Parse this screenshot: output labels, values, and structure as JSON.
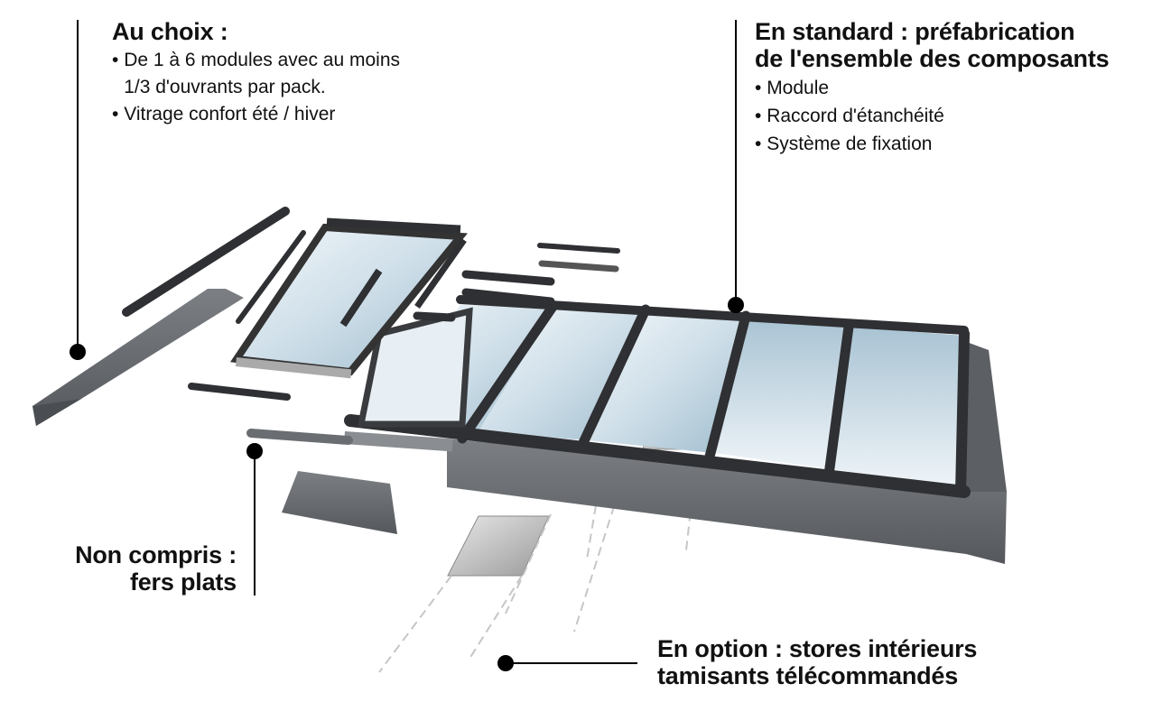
{
  "callouts": {
    "au_choix": {
      "title": "Au choix :",
      "items": [
        "De 1 à 6 modules avec au moins\n1/3 d'ouvrants par pack.",
        "Vitrage confort été / hiver"
      ]
    },
    "en_standard": {
      "title_line1": "En standard : préfabrication",
      "title_line2": "de l'ensemble des composants",
      "items": [
        "Module",
        "Raccord d'étanchéité",
        "Système de fixation"
      ]
    },
    "non_compris": {
      "line1": "Non compris :",
      "line2": "fers plats"
    },
    "en_option": {
      "line1": "En option : stores intérieurs",
      "line2": "tamisants télécommandés"
    }
  },
  "colors": {
    "frame": "#2f3033",
    "flashing": "#6b6e72",
    "glass_light": "#dfeaf1",
    "glass_mid": "#b9cfdd",
    "leader": "#000000"
  }
}
